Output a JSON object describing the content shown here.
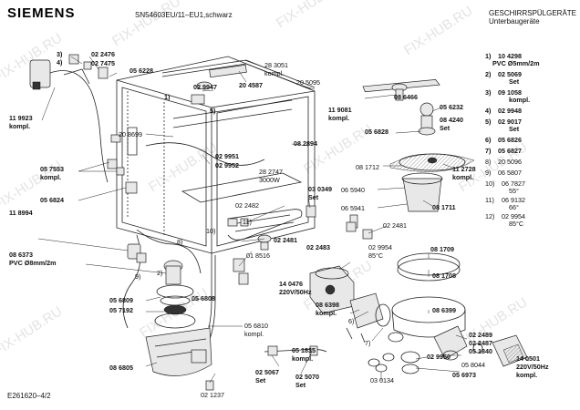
{
  "header": {
    "brand": "SIEMENS",
    "model": "SN54603EU/11–EU1,schwarz",
    "title": "GESCHIRRSPÜLGERÄTE",
    "subtitle": "Unterbaugeräte"
  },
  "footer": {
    "drawing_id": "E261620–4/2"
  },
  "watermark": "FIX-HUB.RU",
  "labels": {
    "l3": "3)",
    "l4": "4)",
    "p02_2476": "02 2476",
    "p02_7475": "02 7475",
    "p05_6228": "05 6228",
    "p11_9923": "11 9923",
    "kompl_a": "kompl.",
    "p02_9947": "02 9947",
    "l1a": "1)",
    "p20_4587": "20 4587",
    "p28_3051": "28 3051",
    "kompl_b": "kompl.",
    "p20_5095": "20 5095",
    "l5": "5)",
    "p20_8699": "20 8699",
    "p02_9951": "02 9951",
    "p02_9952": "02 9952",
    "p08_2894": "08 2894",
    "p05_7553": "05 7553",
    "kompl_c": "kompl.",
    "p28_2747": "28 2747",
    "w3000": "3000W",
    "p05_6824": "05 6824",
    "p02_2482": "02 2482",
    "l11": "11)",
    "p03_0349": "03 0349",
    "set_a": "Set",
    "p11_8994": "11 8994",
    "l10": "10)",
    "l8": "8)",
    "p02_2481a": "02 2481",
    "p01_8516": "01 8516",
    "p08_6373": "08 6373",
    "pvc8": "PVC Ø8mm/2m",
    "l9": "9)",
    "l2": "2)",
    "p05_6809": "05 6809",
    "p05_6808": "05 6808",
    "p05_7192": "05 7192",
    "p05_6810": "05 6810",
    "kompl_d": "kompl.",
    "p08_6805": "08 6805",
    "p02_1237": "02 1237",
    "p05_1835": "05 1835",
    "kompl_e": "kompl.",
    "p02_5067": "02 5067",
    "set_b": "Set",
    "p02_5070": "02 5070",
    "set_c": "Set",
    "p11_9081": "11 9081",
    "kompl_f": "kompl.",
    "p08_6466": "08 6466",
    "p05_6232": "05 6232",
    "p08_4240": "08 4240",
    "set_d": "Set",
    "p05_6828": "05 6828",
    "p08_1712": "08 1712",
    "p11_2728": "11 2728",
    "kompl_g": "kompl.",
    "p06_5940": "06 5940",
    "p06_5941": "06 5941",
    "p08_1711": "08 1711",
    "p02_2481b": "02 2481",
    "p02_2483": "02 2483",
    "p02_9954a": "02 9954",
    "c85a": "85°C",
    "p08_1709": "08 1709",
    "p08_1708": "08 1708",
    "p14_0476": "14 0476",
    "v220a": "220V/50Hz",
    "p08_6398": "08 6398",
    "kompl_h": "kompl.",
    "p08_6399": "08 6399",
    "l6": "6)",
    "l7": "7)",
    "p02_2489": "02 2489",
    "p02_2487": "02 2487",
    "p05_1840": "05 1840",
    "p02_9950": "02 9950",
    "p05_8044": "05 8044",
    "p14_0501": "14 0501",
    "v220b": "220V/50Hz",
    "kompl_i": "kompl.",
    "p05_6973": "05 6973",
    "p03_0134": "03 0134"
  },
  "legend": [
    {
      "n": "1)",
      "part": "10 4298",
      "note": "PVC Ø5mm/2m"
    },
    {
      "n": "2)",
      "part": "02 5069",
      "note": "Set"
    },
    {
      "n": "3)",
      "part": "09 1058",
      "note": "kompl."
    },
    {
      "n": "4)",
      "part": "02 9948",
      "note": ""
    },
    {
      "n": "5)",
      "part": "02 9017",
      "note": "Set"
    },
    {
      "n": "6)",
      "part": "05 6826",
      "note": ""
    },
    {
      "n": "7)",
      "part": "05 6827",
      "note": ""
    },
    {
      "n": "8)",
      "part": "20 5096",
      "note": ""
    },
    {
      "n": "9)",
      "part": "06 5807",
      "note": ""
    },
    {
      "n": "10)",
      "part": "06 7827",
      "note": "55°"
    },
    {
      "n": "11)",
      "part": "06 9132",
      "note": "66°"
    },
    {
      "n": "12)",
      "part": "02 9954",
      "note": "85°C"
    }
  ]
}
